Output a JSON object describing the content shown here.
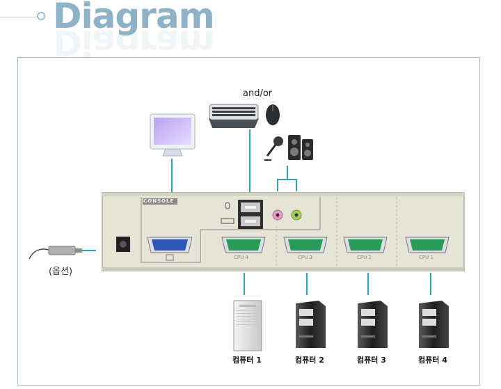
{
  "header": {
    "title": "Diagram"
  },
  "labels": {
    "andor": "and/or",
    "console": "CONSOLE",
    "option": "(옵션)",
    "cpu_ports": [
      "CPU 4",
      "CPU 3",
      "CPU 2",
      "CPU 1"
    ],
    "computers": [
      "컴퓨터 1",
      "컴퓨터 2",
      "컴퓨터 3",
      "컴퓨터 4"
    ]
  },
  "colors": {
    "accent": "#8eb2c7",
    "cable": "#2aa6b8",
    "vga_console": "#2f55b8",
    "vga_cpu": "#2a9a58",
    "device_body": "#e6e4d6"
  },
  "icons": [
    "monitor-icon",
    "keyboard-icon",
    "mouse-icon",
    "microphone-icon",
    "speakers-icon",
    "power-adapter-icon",
    "computer-tower-icon"
  ]
}
